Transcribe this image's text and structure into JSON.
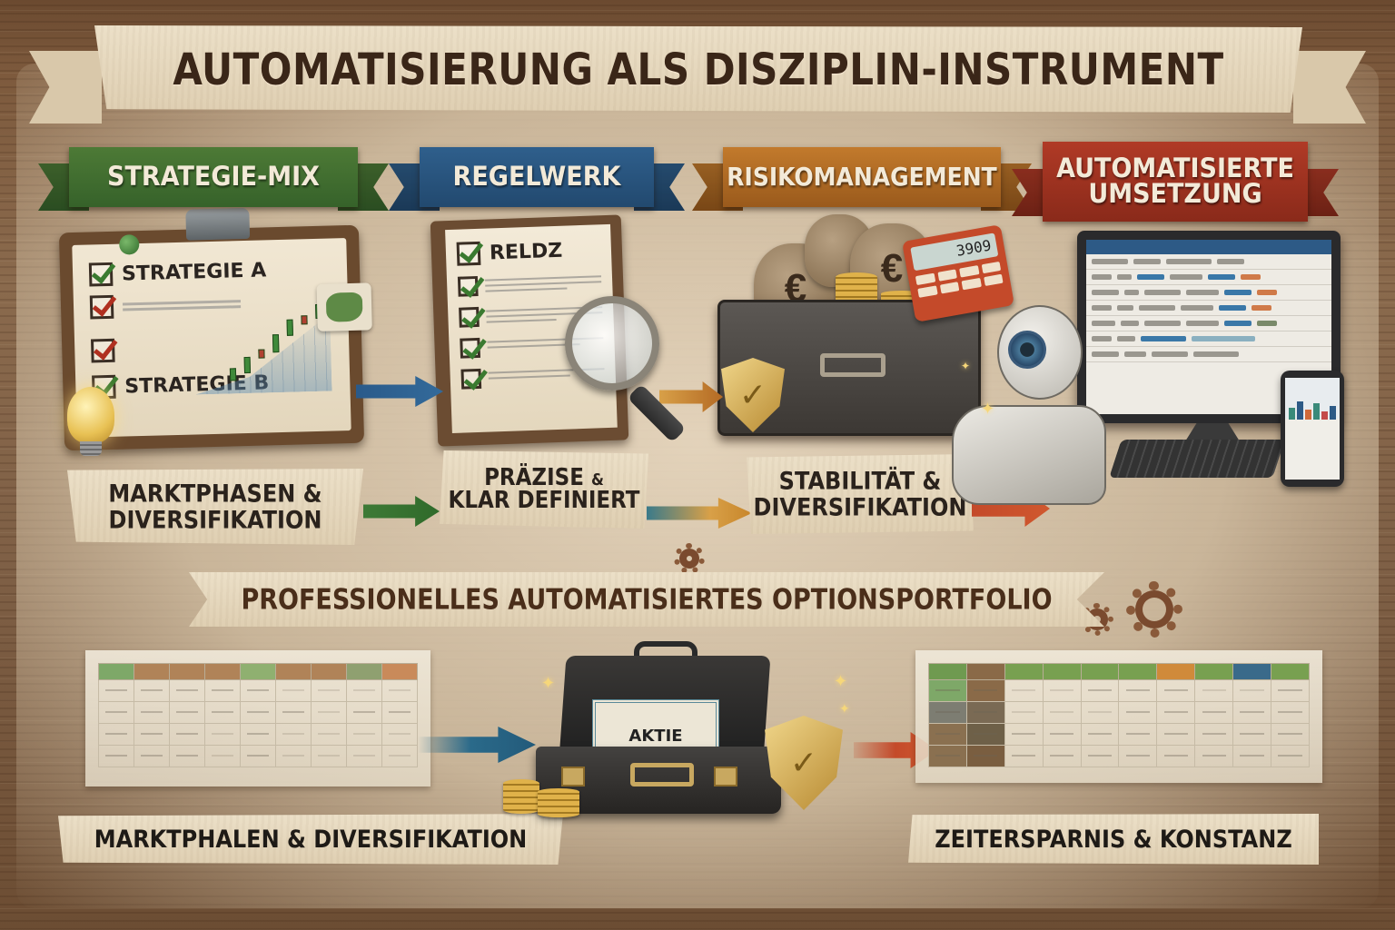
{
  "title": "AUTOMATISIERUNG ALS DISZIPLIN-INSTRUMENT",
  "colors": {
    "green": "#4d7a36",
    "blue": "#2f5f8c",
    "orange": "#c27a2c",
    "red": "#b03a26",
    "parchment": "#e6d8bd",
    "wood": "#7d5a3d",
    "ink": "#3a2618"
  },
  "sections": [
    {
      "id": "strategie-mix",
      "ribbon_label": "STRATEGIE-MIX",
      "color": "green",
      "illustration": {
        "type": "clipboard",
        "items": [
          {
            "label": "STRATEGIE A",
            "checked": true
          },
          {
            "label": "",
            "checked": true
          },
          {
            "label": "",
            "checked": true
          },
          {
            "label": "STRATEGIE B",
            "checked": true
          }
        ],
        "icons": [
          "clipboard-icon",
          "pushpin-icon",
          "puzzle-piece-icon",
          "light-bulb-icon",
          "candlestick-chart-icon"
        ]
      },
      "caption": "MARKTPHASEN & DIVERSIFIKATION"
    },
    {
      "id": "regelwerk",
      "ribbon_label": "REGELWERK",
      "color": "blue",
      "illustration": {
        "type": "rulebook",
        "heading": "RELDZ",
        "checked_rules": 5,
        "icons": [
          "rulebook-icon",
          "checkbox-icon",
          "magnifying-glass-icon"
        ]
      },
      "caption_line1": "PRÄZISE",
      "caption_amp": "&",
      "caption_line2": "KLAR DEFINIERT"
    },
    {
      "id": "risikomanagement",
      "ribbon_label": "RISIKOMANAGEMENT",
      "color": "orange",
      "illustration": {
        "type": "risk-case",
        "money_bag_symbol": "€",
        "calculator_display": "3909",
        "icons": [
          "money-bag-icon",
          "coin-stack-icon",
          "calculator-icon",
          "shield-check-icon",
          "toolbox-case-icon"
        ]
      },
      "caption": "STABILITÄT & DIVERSIFIKATION"
    },
    {
      "id": "automatisierte-umsetzung",
      "ribbon_label_line1": "AUTOMATISIERTE",
      "ribbon_label_line2": "UMSETZUNG",
      "color": "red",
      "illustration": {
        "type": "robot-trading-desk",
        "icons": [
          "robot-icon",
          "monitor-icon",
          "keyboard-icon",
          "smartphone-icon"
        ]
      }
    }
  ],
  "portfolio_banner": "PROFESSIONELLES AUTOMATISIERTES OPTIONSPORTFOLIO",
  "portfolio": {
    "left_table": {
      "header_colors": [
        "#7ea868",
        "#b08358",
        "#b08358",
        "#b08358",
        "#8fb070",
        "#b08358",
        "#b08358",
        "#8fa070",
        "#c98a5a"
      ],
      "rows": 4
    },
    "briefcase_certificate": "AKTIE",
    "right_table": {
      "header_colors": [
        "#6f9a50",
        "#8a6a48",
        "#78a050",
        "#78a050",
        "#78a050",
        "#78a050",
        "#d08a3a",
        "#78a050",
        "#3a6a8a",
        "#78a050"
      ],
      "rows": 4
    }
  },
  "bottom_captions": {
    "left": "MARKTPHALEN & DIVERSIFIKATION",
    "right": "ZEITERSPARNIS & KONSTANZ"
  },
  "symbols": {
    "check": "✓",
    "sparkle": "✦",
    "euro": "€"
  }
}
